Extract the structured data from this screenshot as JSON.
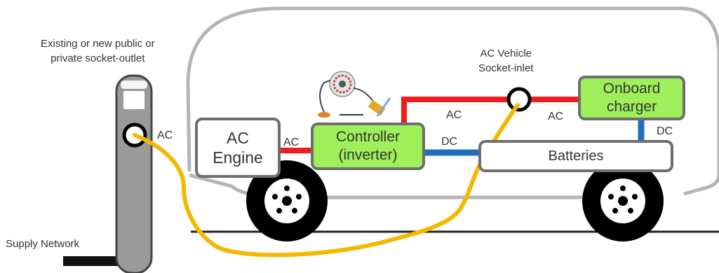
{
  "labels": {
    "socket_outlet": "Existing or new public or\nprivate socket-outlet",
    "vehicle_inlet": "AC Vehicle\nSocket-inlet",
    "supply_network": "Supply Network",
    "ac_outlet": "AC",
    "ac_engine_link": "AC",
    "ac_controller_inlet": "AC",
    "ac_inlet_charger": "AC",
    "dc_controller_batteries": "DC",
    "dc_charger_batteries": "DC"
  },
  "components": {
    "engine": "AC\nEngine",
    "controller": "Controller\n(inverter)",
    "charger": "Onboard\ncharger",
    "batteries": "Batteries"
  },
  "colors": {
    "ac_line": "#ee1c1c",
    "dc_line": "#1f6fc0",
    "cable": "#f5b800",
    "green_box": "#9ef05a",
    "frame": "#b5b5b5",
    "box_border": "#6e6e6e",
    "post": "#9a9a9a"
  }
}
